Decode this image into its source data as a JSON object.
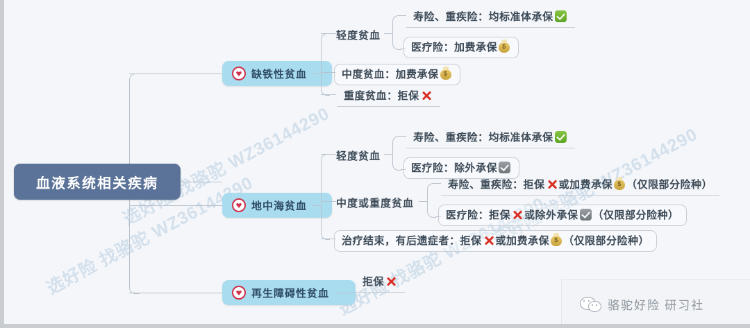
{
  "root": {
    "label": "血液系统相关疾病"
  },
  "watermarks": [
    "选好险 找骆驼 WZ36144290",
    "选好险 找骆驼 WZ36144290",
    "选好险 找骆驼 WZ36144290",
    "选好险 找骆驼 WZ36144290"
  ],
  "branches": [
    {
      "label": "缺铁性贫血",
      "icon": "heart-badge-icon",
      "groups": [
        {
          "label": "轻度贫血",
          "items": [
            {
              "text": "寿险、重疾险：均标准体承保",
              "mark": "check-green",
              "tail": ""
            },
            {
              "text": "医疗险：加费承保",
              "mark": "money-bag",
              "tail": ""
            }
          ]
        }
      ],
      "items": [
        {
          "text": "中度贫血：加费承保",
          "mark": "money-bag",
          "tail": ""
        },
        {
          "text": "重度贫血：拒保",
          "mark": "cross-red",
          "tail": ""
        }
      ]
    },
    {
      "label": "地中海贫血",
      "icon": "heart-badge-icon",
      "groups": [
        {
          "label": "轻度贫血",
          "items": [
            {
              "text": "寿险、重疾险：均标准体承保",
              "mark": "check-green",
              "tail": ""
            },
            {
              "text": "医疗险：除外承保",
              "mark": "check-gray",
              "tail": ""
            }
          ]
        },
        {
          "label": "中度或重度贫血",
          "items": [
            {
              "text": "寿险、重疾险：拒保",
              "mark": "cross-red",
              "mid": "或加费承保",
              "mark2": "money-bag",
              "tail": "（仅限部分险种）"
            },
            {
              "text": "医疗险：拒保",
              "mark": "cross-red",
              "mid": "或除外承保",
              "mark2": "check-gray",
              "tail": "（仅限部分险种）"
            }
          ]
        }
      ],
      "items": [
        {
          "text": "治疗结束，有后遗症者：拒保",
          "mark": "cross-red",
          "mid": "或加费承保",
          "mark2": "money-bag",
          "tail": "（仅限部分险种）"
        }
      ]
    },
    {
      "label": "再生障碍性贫血",
      "icon": "heart-badge-icon",
      "groups": [],
      "items": [
        {
          "text": "拒保",
          "mark": "cross-red",
          "tail": ""
        }
      ]
    }
  ],
  "footer": {
    "logo_icon": "wechat-icon",
    "account_name": "骆驼好险 研习社"
  },
  "colors": {
    "root_bg": "#5b7399",
    "branch_bg": "#aadcf0",
    "text": "#3c4a57",
    "line": "#b9c2cc",
    "canvas": "#f4f6fa",
    "check_green": "#6cb52f",
    "check_gray": "#82888e",
    "cross_red": "#d93025",
    "money": "#c9a33d",
    "watermark": "#b9cfe0"
  }
}
